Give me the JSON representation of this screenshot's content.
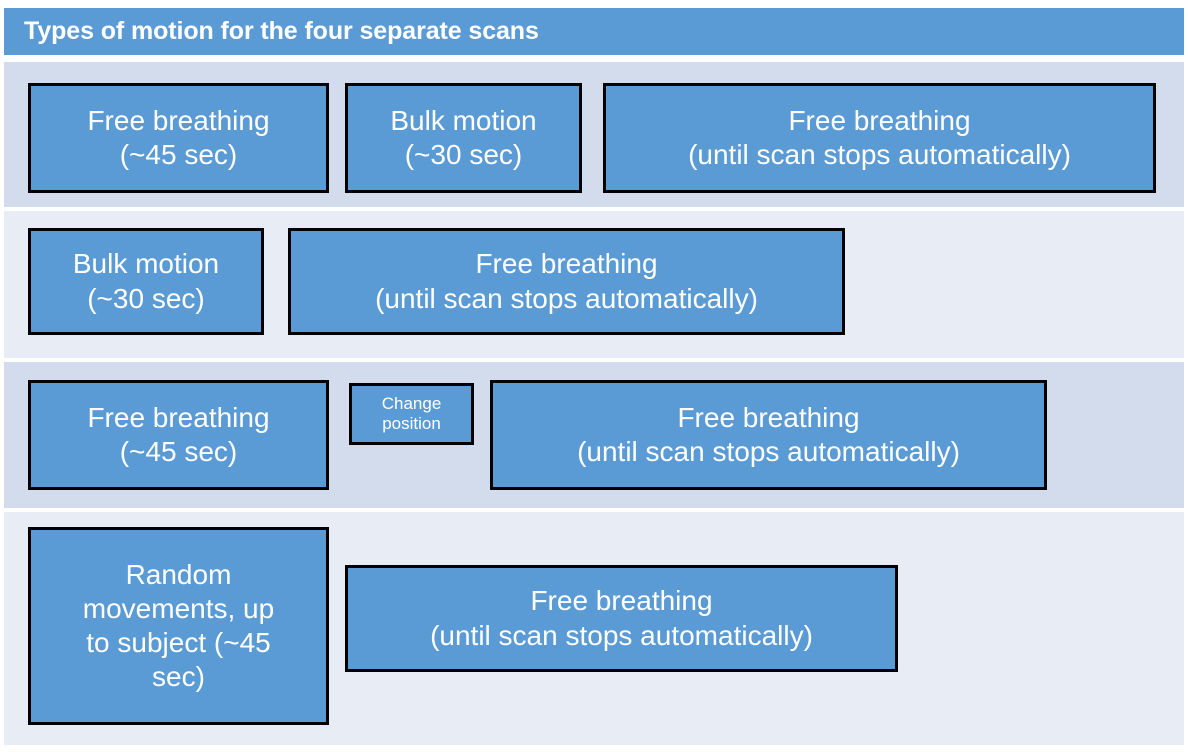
{
  "header": {
    "title": "Types of motion for the four separate scans",
    "background_color": "#5b9bd5",
    "text_color": "#ffffff"
  },
  "theme": {
    "box_fill": "#5b9bd5",
    "box_border": "#000000",
    "box_text": "#ffffff",
    "row_shade_dark": "#d3dcec",
    "row_shade_light": "#e8ecf5",
    "page_background": "#ffffff"
  },
  "rows": [
    {
      "index": 1,
      "shade": "dark",
      "boxes": [
        {
          "line1": "Free breathing",
          "line2": "(~45 sec)"
        },
        {
          "line1": "Bulk motion",
          "line2": "(~30 sec)"
        },
        {
          "line1": "Free breathing",
          "line2": "(until scan stops automatically)"
        }
      ]
    },
    {
      "index": 2,
      "shade": "light",
      "boxes": [
        {
          "line1": "Bulk motion",
          "line2": "(~30 sec)"
        },
        {
          "line1": "Free breathing",
          "line2": "(until scan stops automatically)"
        }
      ]
    },
    {
      "index": 3,
      "shade": "dark",
      "boxes": [
        {
          "line1": "Free breathing",
          "line2": "(~45 sec)"
        },
        {
          "line1": "Change",
          "line2": "position"
        },
        {
          "line1": "Free breathing",
          "line2": "(until scan stops automatically)"
        }
      ]
    },
    {
      "index": 4,
      "shade": "light",
      "boxes": [
        {
          "line1": "Random",
          "line2": "movements, up",
          "line3": "to subject (~45",
          "line4": "sec)"
        },
        {
          "line1": "Free breathing",
          "line2": "(until scan stops automatically)"
        }
      ]
    }
  ]
}
